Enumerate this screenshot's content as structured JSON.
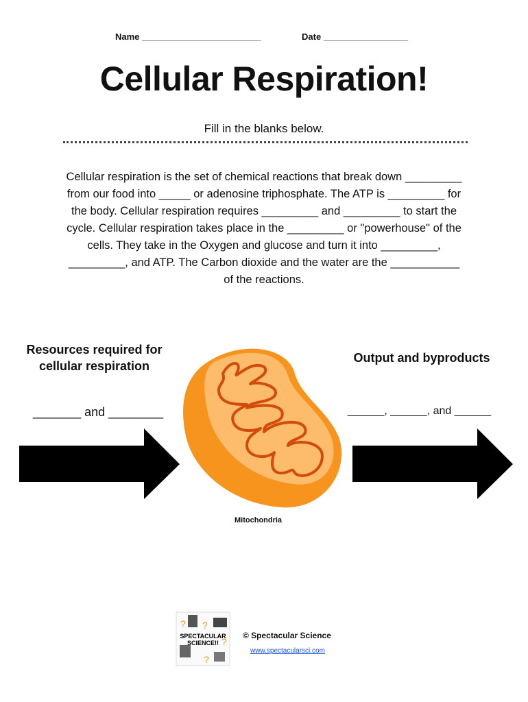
{
  "header": {
    "name_label": "Name ________________________",
    "date_label": "Date _________________"
  },
  "title": "Cellular Respiration!",
  "instructions": "Fill in the blanks below.",
  "paragraph": "Cellular respiration is the set of chemical reactions that break down _________ from our food into _____ or adenosine triphosphate. The ATP is _________ for the body. Cellular respiration requires _________ and _________ to start the cycle. Cellular respiration takes place in the _________ or \"powerhouse\" of the cells. They take in the Oxygen and glucose and turn it into _________, _________, and ATP. The Carbon dioxide and the water are the ___________ of the reactions.",
  "diagram": {
    "inputs_heading": "Resources required for cellular respiration",
    "inputs_blank": "_______ and ________",
    "outputs_heading": "Output and byproducts",
    "outputs_blank": "______, ______, and ______",
    "organelle_label": "Mitochondria",
    "colors": {
      "outer": "#f7941d",
      "inner": "#fdbb6c",
      "cristae": "#d24b0a"
    }
  },
  "footer": {
    "logo_text": "SPECTACULAR SCIENCE!",
    "copyright": "© Spectacular Science",
    "link": "www.spectacularsci.com"
  }
}
